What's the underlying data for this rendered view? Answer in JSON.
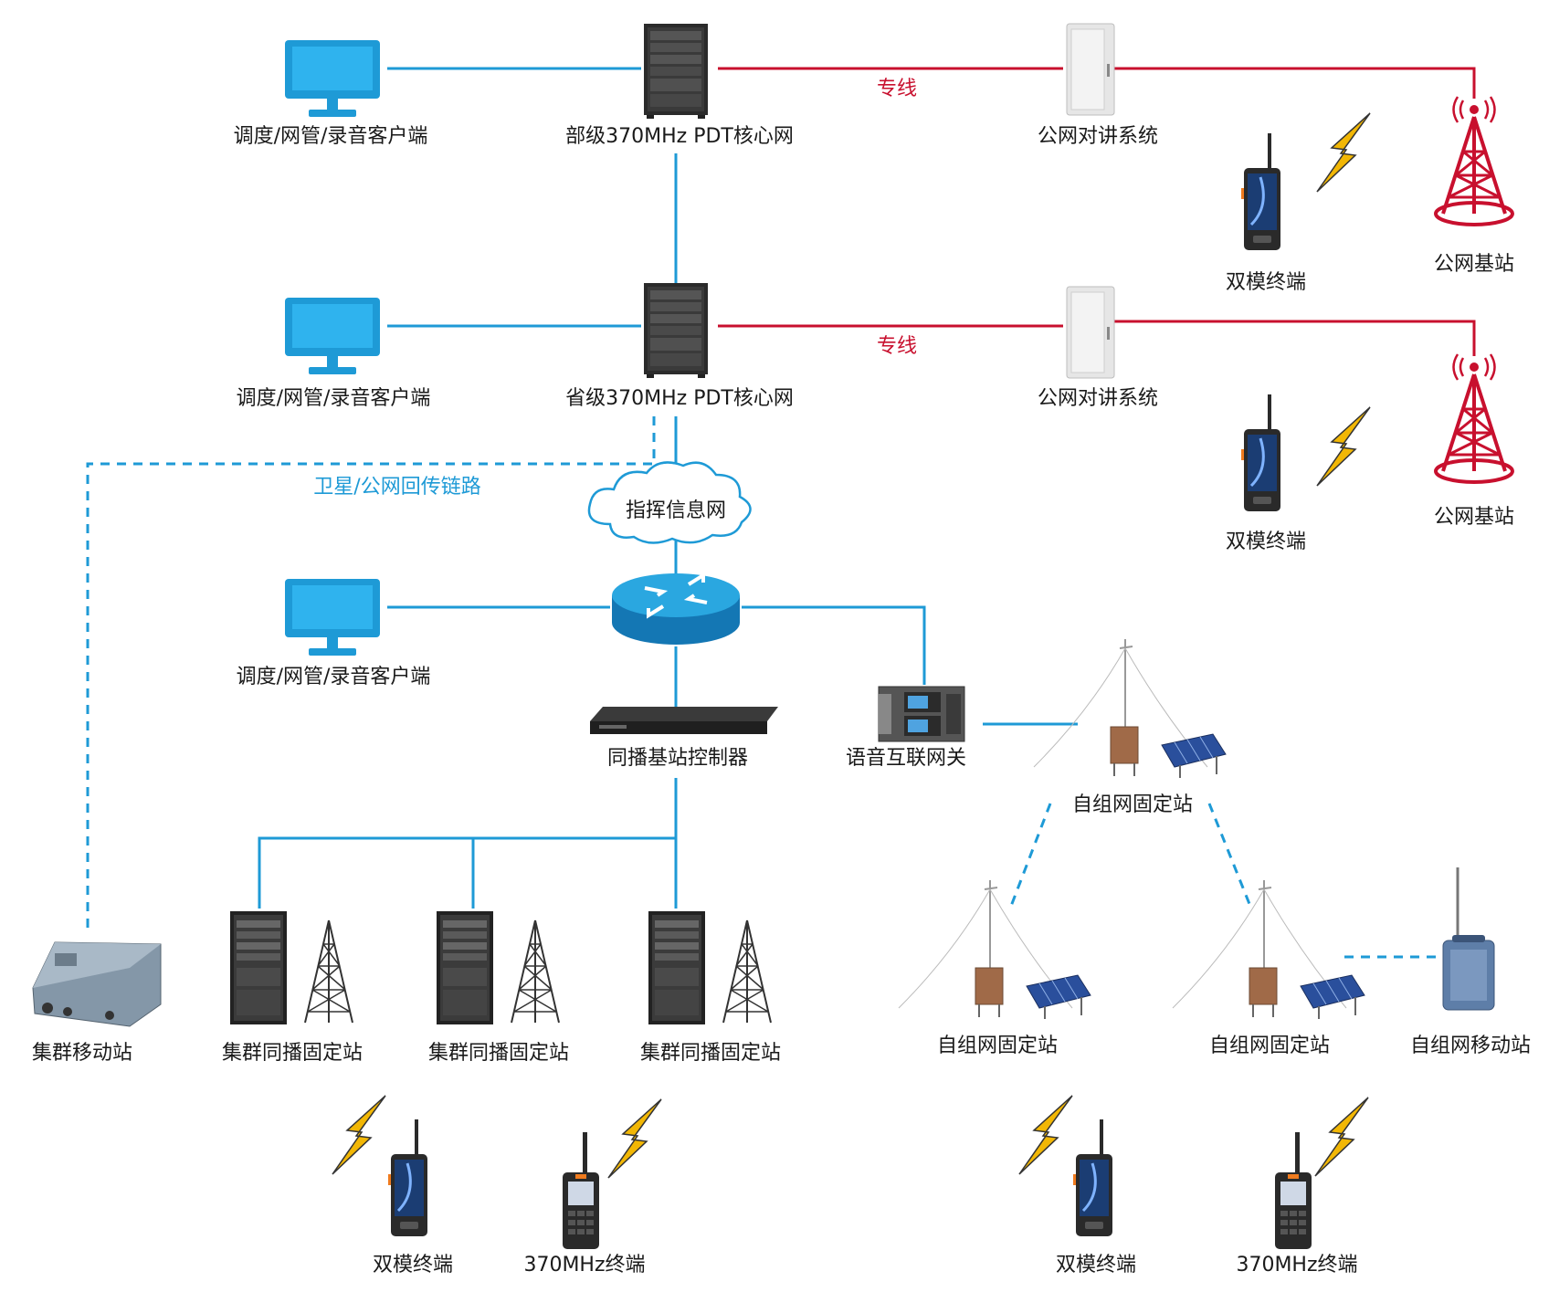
{
  "labels": {
    "client_1": "调度/网管/录音客户端",
    "client_2": "调度/网管/录音客户端",
    "client_3": "调度/网管/录音客户端",
    "core_ministry": "部级370MHz PDT核心网",
    "core_province": "省级370MHz PDT核心网",
    "public_ptt_1": "公网对讲系统",
    "public_ptt_2": "公网对讲系统",
    "dedicated_line_1": "专线",
    "dedicated_line_2": "专线",
    "public_bs_1": "公网基站",
    "public_bs_2": "公网基站",
    "dual_terminal_1": "双模终端",
    "dual_terminal_2": "双模终端",
    "satellite_link": "卫星/公网回传链路",
    "command_network": "指挥信息网",
    "simulcast_controller": "同播基站控制器",
    "voice_gateway": "语音互联网关",
    "trunk_mobile": "集群移动站",
    "trunk_fixed_1": "集群同播固定站",
    "trunk_fixed_2": "集群同播固定站",
    "trunk_fixed_3": "集群同播固定站",
    "adhoc_fixed_top": "自组网固定站",
    "adhoc_fixed_left": "自组网固定站",
    "adhoc_fixed_right": "自组网固定站",
    "adhoc_mobile": "自组网移动站",
    "bottom_dual_1": "双模终端",
    "bottom_370_1": "370MHz终端",
    "bottom_dual_2": "双模终端",
    "bottom_370_2": "370MHz终端"
  },
  "colors": {
    "network_link": "#1e9ad6",
    "dedicated_line": "#c8102e",
    "lightning": "#f2b705",
    "tower_red": "#c8102e",
    "monitor": "#1e9ad6"
  },
  "icons": {
    "client": "monitor-icon",
    "core": "server-rack-icon",
    "public_ptt": "cabinet-icon",
    "public_bs": "cell-tower-icon",
    "dual_terminal": "smartphone-radio-icon",
    "terminal_370": "handheld-radio-icon",
    "router": "router-icon",
    "cloud": "cloud-icon",
    "controller": "rack-unit-icon",
    "gateway": "gateway-icon",
    "trunk_mobile": "vehicle-radio-icon",
    "trunk_fixed": "rack-and-lattice-tower-icon",
    "adhoc_fixed": "mast-solar-station-icon",
    "adhoc_mobile": "portable-station-icon",
    "wireless": "lightning-icon"
  }
}
